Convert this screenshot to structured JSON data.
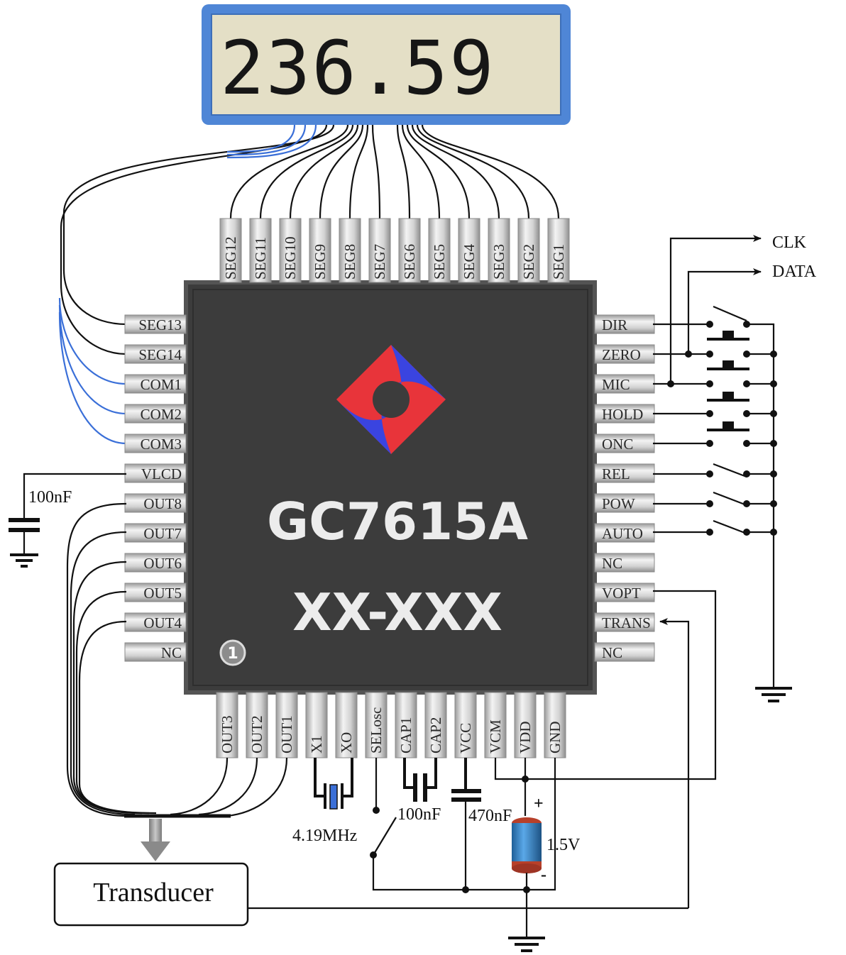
{
  "lcd": {
    "reading": "236.59"
  },
  "chip": {
    "part_number": "GC7615A",
    "date_code": "XX-XXX",
    "pin1_marker": "1",
    "top_pins": [
      "SEG12",
      "SEG11",
      "SEG10",
      "SEG9",
      "SEG8",
      "SEG7",
      "SEG6",
      "SEG5",
      "SEG4",
      "SEG3",
      "SEG2",
      "SEG1"
    ],
    "left_pins": [
      "SEG13",
      "SEG14",
      "COM1",
      "COM2",
      "COM3",
      "VLCD",
      "OUT8",
      "OUT7",
      "OUT6",
      "OUT5",
      "OUT4",
      "NC"
    ],
    "right_pins": [
      "DIR",
      "ZERO",
      "MIC",
      "HOLD",
      "ONC",
      "REL",
      "POW",
      "AUTO",
      "NC",
      "VOPT",
      "TRANS",
      "NC"
    ],
    "bottom_pins": [
      "OUT3",
      "OUT2",
      "OUT1",
      "X1",
      "XO",
      "SELosc",
      "CAP1",
      "CAP2",
      "VCC",
      "VCM",
      "VDD",
      "GND"
    ]
  },
  "outputs": {
    "clk": "CLK",
    "data": "DATA"
  },
  "components": {
    "vlcd_cap": "100nF",
    "crystal": "4.19MHz",
    "cap_cap": "100nF",
    "vcc_cap": "470nF",
    "battery_voltage": "1.5V",
    "battery_plus": "+",
    "battery_minus": "-",
    "transducer": "Transducer"
  },
  "colors": {
    "chip_body": "#3c3c3c",
    "lcd_frame": "#4f86d6",
    "lcd_face": "#e4dfc6",
    "logo_red": "#e8343a",
    "logo_blue": "#3a44e0",
    "blue_wire": "#3a6fd8"
  }
}
